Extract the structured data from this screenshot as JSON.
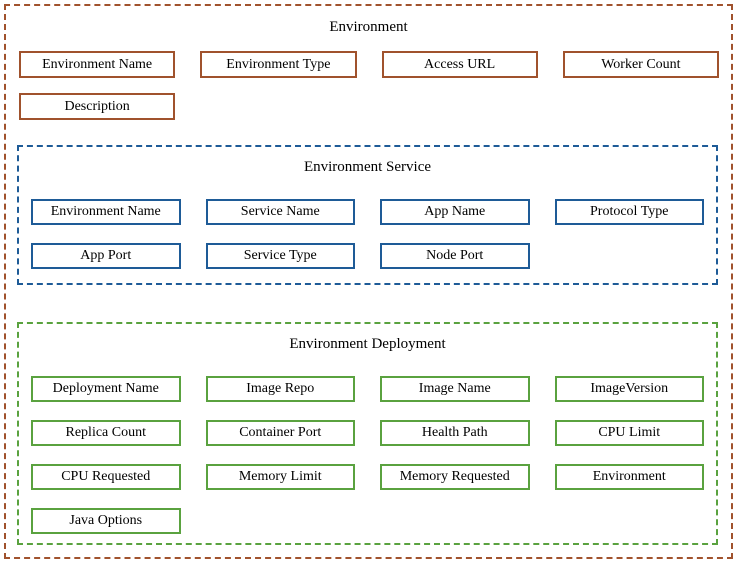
{
  "sections": [
    {
      "title": "Environment",
      "accent_color": "#A0522D",
      "fields": [
        "Environment Name",
        "Environment Type",
        "Access URL",
        "Worker Count",
        "Description"
      ]
    },
    {
      "title": "Environment Service",
      "accent_color": "#1E5B97",
      "fields": [
        "Environment Name",
        "Service Name",
        "App Name",
        "Protocol Type",
        "App Port",
        "Service Type",
        "Node Port"
      ]
    },
    {
      "title": "Environment Deployment",
      "accent_color": "#5AA23F",
      "fields": [
        "Deployment Name",
        "Image Repo",
        "Image Name",
        "ImageVersion",
        "Replica Count",
        "Container Port",
        "Health Path",
        "CPU Limit",
        "CPU Requested",
        "Memory Limit",
        "Memory Requested",
        "Environment",
        "Java Options"
      ]
    }
  ]
}
